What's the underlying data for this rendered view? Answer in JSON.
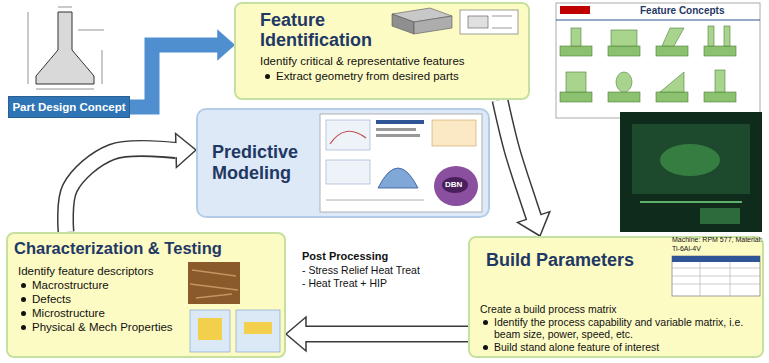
{
  "diagram": {
    "nodes": [
      {
        "text": [
          "Part Design Concept"
        ]
      },
      {
        "text": [
          "Feature Identification",
          "Identify critical & representative features",
          "Extract geometry from desired parts"
        ]
      },
      {
        "text": [
          "Predictive Modeling"
        ]
      },
      {
        "text": [
          "Build Parameters",
          "Create a build process matrix",
          "Identify the process capability and variable matrix, i.e. beam size, power, speed, etc.",
          "Build stand alone feature of interest"
        ]
      },
      {
        "text": [
          "Characterization & Testing",
          "Identify feature descriptors",
          "Macrostructure",
          "Defects",
          "Microstructure",
          "Physical & Mech Properties"
        ]
      }
    ],
    "edges": [
      {
        "from": 0,
        "to": 1,
        "arrow": "to"
      },
      {
        "from": 1,
        "to": 3,
        "arrow": "to"
      },
      {
        "from": 3,
        "to": 4,
        "arrow": "to"
      },
      {
        "from": 4,
        "to": 2,
        "arrow": "to"
      }
    ],
    "labels": [
      "Feature Concepts",
      "Machine: RPM 577, Material: Ti-6Al-4V",
      "Post Processing",
      "- Stress Relief Heat Treat",
      "- Heat Treat + HIP",
      "DBN"
    ]
  }
}
